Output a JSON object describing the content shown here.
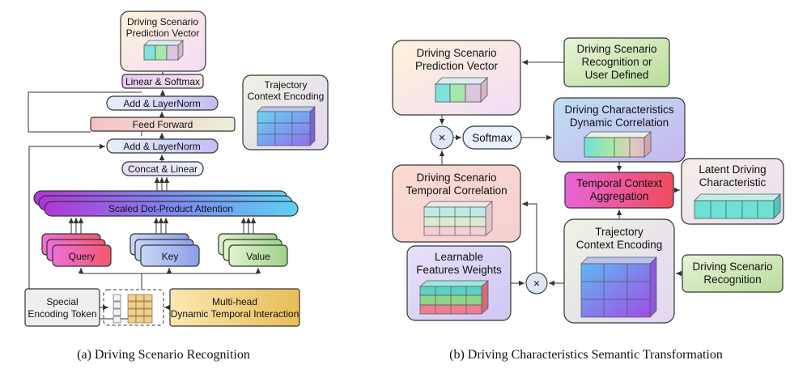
{
  "captions": {
    "a": "(a) Driving Scenario Recognition",
    "b": "(b) Driving Characteristics Semantic Transformation"
  },
  "panel_a": {
    "prediction_vector": [
      "Driving Scenario",
      "Prediction Vector"
    ],
    "linear_softmax": "Linear & Softmax",
    "add_norm": "Add & LayerNorm",
    "feed_forward": "Feed Forward",
    "concat_linear": "Concat & Linear",
    "attention": "Scaled Dot-Product Attention",
    "query": "Query",
    "key": "Key",
    "value": "Value",
    "special_token": [
      "Special",
      "Encoding Token"
    ],
    "multihead": [
      "Multi-head",
      "Dynamic Temporal Interaction"
    ],
    "trajectory_encoding": [
      "Trajectory",
      "Context Encoding"
    ]
  },
  "panel_b": {
    "prediction_vector": [
      "Driving Scenario",
      "Prediction Vector"
    ],
    "scenario_recognition_user": [
      "Driving Scenario",
      "Recognition or",
      "User Defined"
    ],
    "softmax": "Softmax",
    "characteristics_correlation": [
      "Driving Characteristics",
      "Dynamic Correlation"
    ],
    "temporal_correlation": [
      "Driving Scenario",
      "Temporal Correlation"
    ],
    "temporal_aggregation": [
      "Temporal Context",
      "Aggregation"
    ],
    "latent_characteristic": [
      "Latent Driving",
      "Characteristic"
    ],
    "trajectory_encoding": [
      "Trajectory",
      "Context Encoding"
    ],
    "learnable_weights": [
      "Learnable",
      "Features Weights"
    ],
    "scenario_recognition": [
      "Driving Scenario",
      "Recognition"
    ],
    "times_symbol": "×"
  }
}
